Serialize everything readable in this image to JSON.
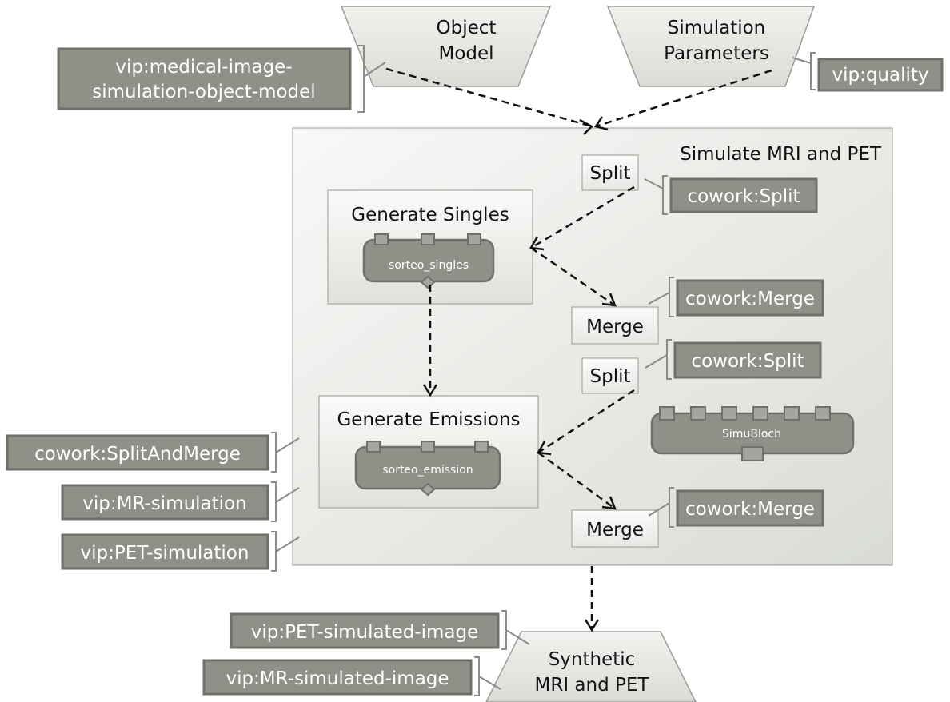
{
  "inputs": {
    "object_model": [
      "Object",
      "Model"
    ],
    "simulation_parameters": [
      "Simulation",
      "Parameters"
    ]
  },
  "output": [
    "Synthetic",
    "MRI and PET"
  ],
  "workflow": {
    "title": "Simulate MRI and PET",
    "split_label": "Split",
    "merge_label": "Merge",
    "generate_singles": {
      "title": "Generate Singles",
      "module": "sorteo_singles"
    },
    "generate_emissions": {
      "title": "Generate Emissions",
      "module": "sorteo_emission"
    },
    "simubloch": "SimuBloch"
  },
  "annotations": {
    "object_model": [
      "vip:medical-image-",
      "simulation-object-model"
    ],
    "quality": "vip:quality",
    "split_top": "cowork:Split",
    "merge_top": "cowork:Merge",
    "split_bottom": "cowork:Split",
    "merge_bottom": "cowork:Merge",
    "split_and_merge": "cowork:SplitAndMerge",
    "mr_simulation": "vip:MR-simulation",
    "pet_simulation": "vip:PET-simulation",
    "pet_simulated_image": "vip:PET-simulated-image",
    "mr_simulated_image": "vip:MR-simulated-image"
  },
  "colors": {
    "annotation_fill": "#8f9189",
    "annotation_text": "#ffffff",
    "frame_gradient_light": "#f7f8f6",
    "frame_gradient_dark": "#dcdfda",
    "arrow": "#111111"
  },
  "icons": {
    "arrow_style": "dashed-arrow",
    "port_shape": "square-port",
    "output_port_shape": "diamond-port"
  }
}
